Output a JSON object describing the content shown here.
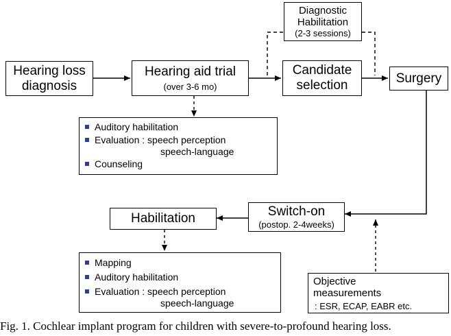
{
  "boxes": {
    "hearing_loss": {
      "line1": "Hearing loss",
      "line2": "diagnosis"
    },
    "hearing_aid": {
      "title": "Hearing aid trial",
      "sub": "(over 3-6 mo)"
    },
    "diagnostic": {
      "line1": "Diagnostic",
      "line2": "Habilitation",
      "line3": "(2-3 sessions)"
    },
    "candidate": {
      "line1": "Candidate",
      "line2": "selection"
    },
    "surgery": {
      "title": "Surgery"
    },
    "switch_on": {
      "title": "Switch-on",
      "sub": "(postop. 2-4weeks)"
    },
    "habilitation": {
      "title": "Habilitation"
    },
    "objective": {
      "line1": "Objective",
      "line2": "measurements",
      "line3": ": ESR, ECAP,  EABR etc."
    }
  },
  "list_top": {
    "item1": "Auditory habilitation",
    "item2": "Evaluation : speech perception",
    "item2_cont": "speech-language",
    "item3": "Counseling"
  },
  "list_bottom": {
    "item1": "Mapping",
    "item2": "Auditory habilitation",
    "item3": "Evaluation : speech perception",
    "item3_cont": "speech-language"
  },
  "caption": "Fig. 1.  Cochlear implant program for children with severe-to-profound hearing loss.",
  "colors": {
    "line": "#000000",
    "bullet": "#2a3f9a"
  }
}
